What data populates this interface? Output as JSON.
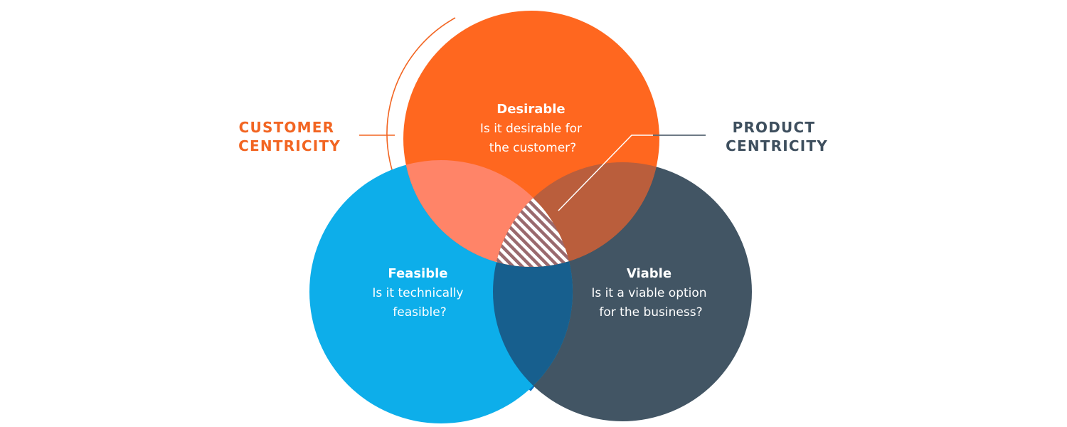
{
  "customer_centricity": {
    "line1": "CUSTOMER",
    "line2": "CENTRICITY",
    "color": "#F26522"
  },
  "product_centricity": {
    "line1": "PRODUCT",
    "line2": "CENTRICITY",
    "color": "#3E4F5E"
  },
  "desirable": {
    "title": "Desirable",
    "line1": "Is it desirable for",
    "line2": "the customer?",
    "color": "#FF671F"
  },
  "feasible": {
    "title": "Feasible",
    "line1": "Is it technically",
    "line2": "feasible?",
    "color": "#0DAEEA"
  },
  "viable": {
    "title": "Viable",
    "line1": "Is it a viable option",
    "line2": "for the business?",
    "color": "#425564"
  },
  "overlap_colors": {
    "desirable_feasible": "#FF8468",
    "desirable_viable": "#BA5E3C",
    "feasible_viable": "#175F8E",
    "center_hatch": "#9A6A6E"
  }
}
